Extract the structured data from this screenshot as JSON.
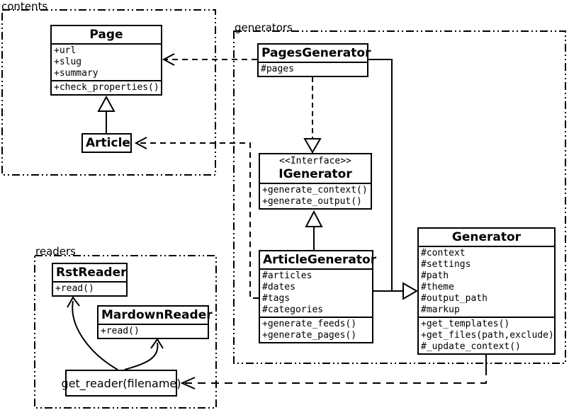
{
  "diagram": {
    "title": "uml-class-diagram",
    "colors": {
      "stroke": "#000000",
      "background": "#ffffff",
      "box_fill": "#ffffff"
    },
    "packages": {
      "contents": {
        "label": "contents"
      },
      "generators": {
        "label": "generators"
      },
      "readers": {
        "label": "readers"
      }
    },
    "classes": {
      "page": {
        "name": "Page",
        "attributes": [
          "+url",
          "+slug",
          "+summary"
        ],
        "methods": [
          "+check_properties()"
        ]
      },
      "article": {
        "name": "Article"
      },
      "pages_generator": {
        "name": "PagesGenerator",
        "attributes": [
          "#pages"
        ]
      },
      "igenerator": {
        "stereotype": "<<Interface>>",
        "name": "IGenerator",
        "methods": [
          "+generate_context()",
          "+generate_output()"
        ]
      },
      "article_generator": {
        "name": "ArticleGenerator",
        "attributes": [
          "#articles",
          "#dates",
          "#tags",
          "#categories"
        ],
        "methods": [
          "+generate_feeds()",
          "+generate_pages()"
        ]
      },
      "generator": {
        "name": "Generator",
        "attributes": [
          "#context",
          "#settings",
          "#path",
          "#theme",
          "#output_path",
          "#markup"
        ],
        "methods": [
          "+get_templates()",
          "+get_files(path,exclude)",
          "#_update_context()"
        ]
      },
      "rst_reader": {
        "name": "RstReader",
        "methods": [
          "+read()"
        ]
      },
      "mardown_reader": {
        "name": "MardownReader",
        "methods": [
          "+read()"
        ]
      },
      "get_reader": {
        "name": "get_reader(filename)"
      }
    }
  }
}
